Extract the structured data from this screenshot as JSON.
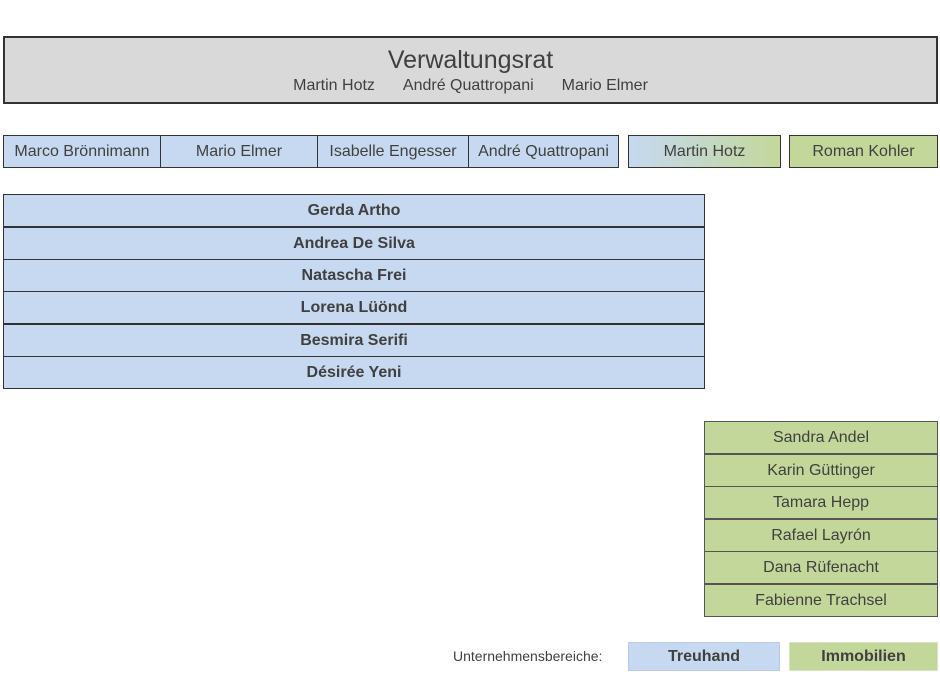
{
  "board": {
    "title": "Verwaltungsrat",
    "members": [
      "Martin Hotz",
      "André Quattropani",
      "Mario Elmer"
    ]
  },
  "leads": [
    {
      "name": "Marco Brönnimann",
      "area": "Treuhand"
    },
    {
      "name": "Mario Elmer",
      "area": "Treuhand"
    },
    {
      "name": "Isabelle Engesser",
      "area": "Treuhand"
    },
    {
      "name": "André Quattropani",
      "area": "Treuhand"
    },
    {
      "name": "Martin Hotz",
      "area": "Treuhand / Immobilien"
    },
    {
      "name": "Roman Kohler",
      "area": "Immobilien"
    }
  ],
  "treuhand_staff": [
    "Gerda Artho",
    "Andrea De Silva",
    "Natascha Frei",
    "Lorena Lüönd",
    "Besmira Serifi",
    "Désirée Yeni"
  ],
  "immobilien_staff": [
    "Sandra Andel",
    "Karin Güttinger",
    "Tamara Hepp",
    "Rafael Layrón",
    "Dana Rüfenacht",
    "Fabienne Trachsel"
  ],
  "legend": {
    "label": "Unternehmensbereiche:",
    "treuhand": "Treuhand",
    "immobilien": "Immobilien"
  },
  "colors": {
    "treuhand": "#c6d9f0",
    "immobilien": "#c4d79b",
    "board": "#d9d9d9"
  }
}
